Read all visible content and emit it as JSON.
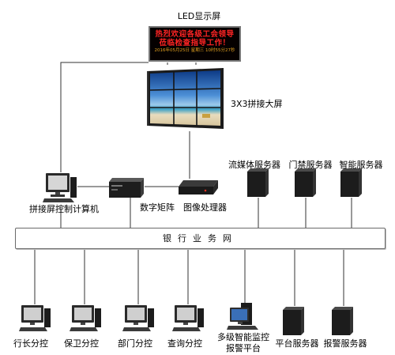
{
  "diagram": {
    "led": {
      "label": "LED显示屏",
      "line1": "热烈欢迎各级工会领导",
      "line2": "莅临检查指导工作！",
      "line3": "2016年05月25日  星期三  10时55分27秒"
    },
    "video_wall_label": "3X3拼接大屏",
    "control_pc_label": "拼接屏控制计算机",
    "matrix_label": "数字矩阵",
    "processor_label": "图像处理器",
    "servers_top": [
      "流媒体服务器",
      "门禁服务器",
      "智能服务器"
    ],
    "network_label": "银行业务网",
    "branch_pcs": [
      "行长分控",
      "保卫分控",
      "部门分控",
      "查询分控"
    ],
    "smart_monitor_line1": "多级智能监控",
    "smart_monitor_line2": "报警平台",
    "servers_bottom": [
      "平台服务器",
      "报警服务器"
    ]
  }
}
